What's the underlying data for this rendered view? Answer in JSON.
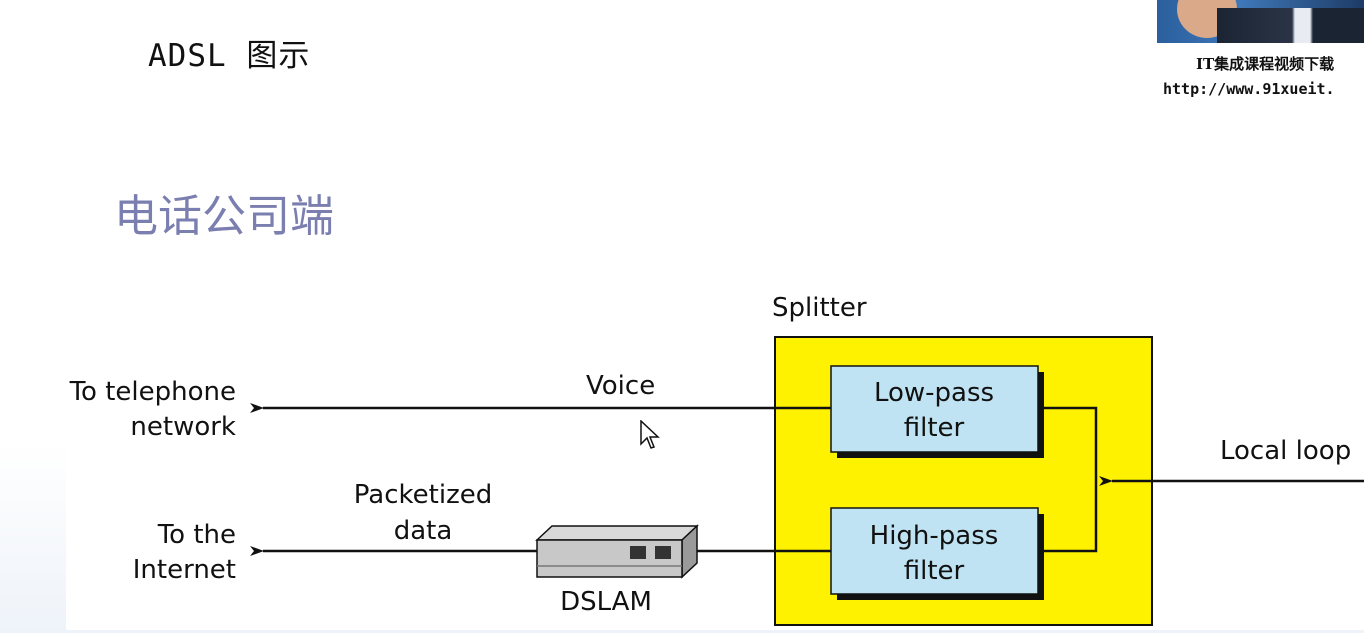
{
  "slide": {
    "title": "ADSL 图示",
    "subtitle": "电话公司端"
  },
  "watermark": {
    "line1": "IT集成课程视频下载",
    "line2": "http://www.91xueit."
  },
  "diagram": {
    "splitter_label": "Splitter",
    "low_pass_line1": "Low-pass",
    "low_pass_line2": "filter",
    "high_pass_line1": "High-pass",
    "high_pass_line2": "filter",
    "voice_label": "Voice",
    "packetized_line1": "Packetized",
    "packetized_line2": "data",
    "dslam_label": "DSLAM",
    "local_loop_label": "Local loop",
    "telephone_line1": "To telephone",
    "telephone_line2": "network",
    "internet_line1": "To the",
    "internet_line2": "Internet",
    "colors": {
      "splitter_fill": "#fff200",
      "filter_fill": "#bfe3f2",
      "line": "#111111"
    }
  }
}
